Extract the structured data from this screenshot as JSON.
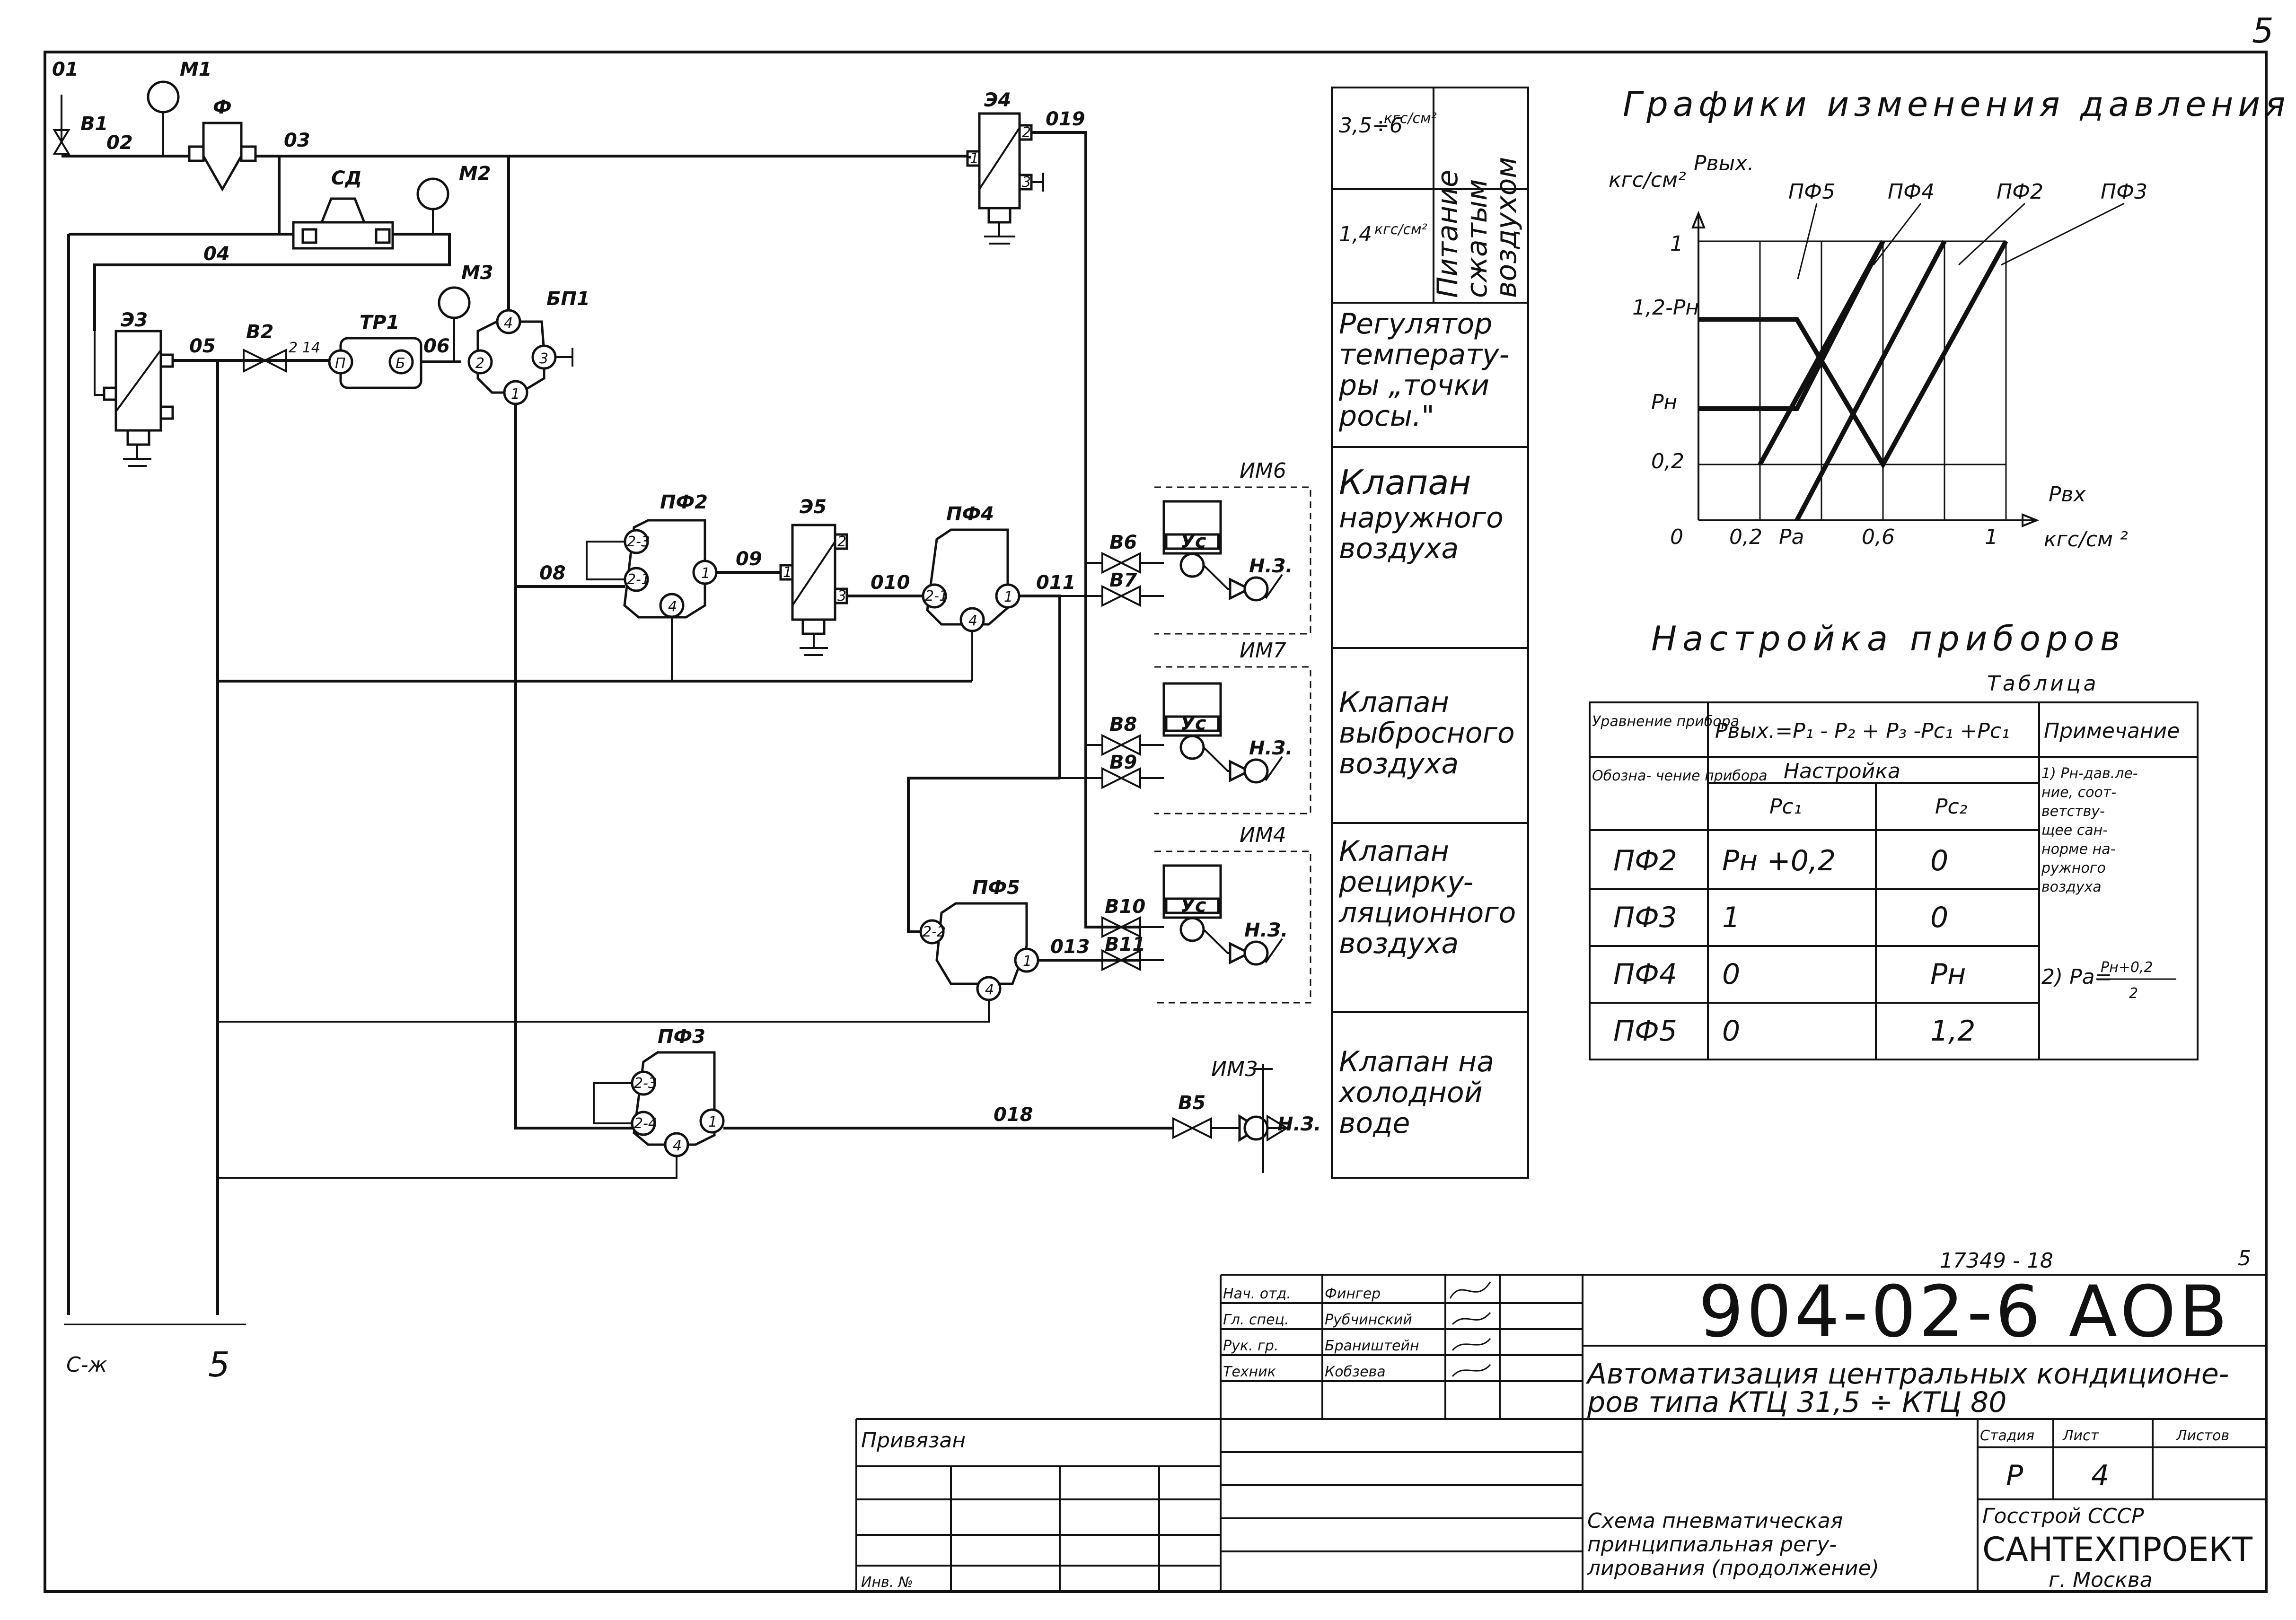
{
  "page": {
    "page_number": "5",
    "bottom_left_mark": "5",
    "bottom_left_scribble": "C-ж"
  },
  "diagram": {
    "labels": {
      "line_01": "01",
      "valve_v1": "В1",
      "gauge_m1": "М1",
      "filter_f": "Ф",
      "line_02": "02",
      "line_03": "03",
      "valve_sd": "СД",
      "gauge_m2": "М2",
      "line_04": "04",
      "gauge_m3": "М3",
      "block_bp1": "БП1",
      "e3": "Э3",
      "line_05": "05",
      "valve_v2": "В2",
      "port_2_14": "2 14",
      "tr1": "ТР1",
      "line_06": "06",
      "e4": "Э4",
      "line_019": "019",
      "pf2": "ПФ2",
      "line_08": "08",
      "line_09": "09",
      "e5": "Э5",
      "line_010": "010",
      "pf4": "ПФ4",
      "line_011": "011",
      "v6": "В6",
      "v7": "В7",
      "v8": "В8",
      "v9": "В9",
      "v10": "В10",
      "v11": "В11",
      "um6": "ИМ6",
      "um7": "ИМ7",
      "um4": "ИМ4",
      "um3": "ИМ3",
      "ys": "Ус",
      "nz": "Н.З.",
      "pf5": "ПФ5",
      "line_013": "013",
      "pf3": "ПФ3",
      "line_018": "018",
      "v5": "В5"
    },
    "ports": {
      "p1": "1",
      "p2": "2",
      "p3": "3",
      "p4": "4",
      "p23": "2-3",
      "p21": "2-1",
      "p22": "2-2",
      "p24": "2-4",
      "pp": "П",
      "pb": "Б"
    }
  },
  "legend_column": {
    "supply_hi": "3,5÷6",
    "supply_hi_unit": "кгс/см²",
    "supply_lo": "1,4",
    "supply_lo_unit": "кгс/см²",
    "supply_title": [
      "Питание",
      "сжатым",
      "воздухом"
    ],
    "rows": [
      [
        "Регулятор",
        "температу-",
        "ры „точки",
        "росы.\""
      ],
      [
        "Клапан",
        "наружного",
        "воздуха"
      ],
      [
        "Клапан",
        "выбросного",
        "воздуха"
      ],
      [
        "Клапан",
        "рециркy-",
        "ляционного",
        "воздуха"
      ],
      [
        "Клапан на",
        "холодной",
        "воде"
      ]
    ]
  },
  "graph": {
    "title": "Графики изменения давления",
    "y_unit": "кгс/см²",
    "y_name": "Рвых.",
    "x_name": "Рвх",
    "x_unit": "кгс/см ²",
    "y_ticks": [
      "1",
      "1,2-Рн",
      "Рн",
      "0,2",
      "0"
    ],
    "x_ticks": [
      "0,2",
      "Ра",
      "0,6",
      "1"
    ],
    "series_labels": [
      "ПФ5",
      "ПФ4",
      "ПФ2",
      "ПФ3"
    ]
  },
  "chart_data": {
    "type": "line",
    "title": "Графики изменения давления",
    "xlabel": "Рвх, кгс/см²",
    "ylabel": "Рвых., кгс/см²",
    "xlim": [
      0,
      1.1
    ],
    "ylim": [
      0,
      1.1
    ],
    "series": [
      {
        "name": "ПФ5",
        "x": [
          0,
          0.32,
          0.6,
          1
        ],
        "y": [
          0.72,
          0.72,
          0.2,
          1
        ]
      },
      {
        "name": "ПФ4",
        "x": [
          0,
          0.32,
          0.6
        ],
        "y": [
          0.4,
          0.4,
          1
        ]
      },
      {
        "name": "ПФ2",
        "x": [
          0.2,
          0.6
        ],
        "y": [
          0.2,
          1
        ]
      },
      {
        "name": "ПФ3",
        "x": [
          0.32,
          0.8
        ],
        "y": [
          0,
          1
        ]
      }
    ]
  },
  "settings": {
    "title": "Настройка приборов",
    "caption": "Таблица",
    "h_equation_lbl": "Уравнение прибора",
    "h_equation": "Рвых.=Р₁ - Р₂ + Р₃ -Рс₁ +Рс₁",
    "h_note": "Примечание",
    "h_device": "Обозна- чение прибора",
    "h_setting": "Настройка",
    "h_pc1": "Рс₁",
    "h_pc2": "Рс₂",
    "rows": [
      {
        "device": "ПФ2",
        "pc1": "Рн +0,2",
        "pc2": "0"
      },
      {
        "device": "ПФ3",
        "pc1": "1",
        "pc2": "0"
      },
      {
        "device": "ПФ4",
        "pc1": "0",
        "pc2": "Рн"
      },
      {
        "device": "ПФ5",
        "pc1": "0",
        "pc2": "1,2"
      }
    ],
    "note1": [
      "1) Рн-дав.ле-",
      "ние, соот-",
      "ветству-",
      "щее сан-",
      "норме на-",
      "ружного",
      "воздуха"
    ],
    "note2": "2) Ра=",
    "note2_num": "Рн+0,2",
    "note2_den": "2"
  },
  "title_block": {
    "sheet_ref": "17349 - 18",
    "sheet_num": "5",
    "code": "904-02-6  АОВ",
    "roles": [
      "Нач. отд.",
      "Гл. спец.",
      "Рук. гр.",
      "Техник"
    ],
    "names": [
      "Фингер",
      "Рубчинский",
      "Браништейн",
      "Кобзева"
    ],
    "title": [
      "Автоматизация центральных кондиционе-",
      "ров типа КТЦ 31,5 ÷ КТЦ 80"
    ],
    "h_stage": "Стадия",
    "h_sheet": "Лист",
    "h_sheets": "Листов",
    "stage": "Р",
    "sheet": "4",
    "drawing": [
      "Схема пневматическая",
      "принципиальная регу-",
      "лирования (продолжение)"
    ],
    "org1": "Госстрой   СССР",
    "org2": "САНТЕХПРОЕКТ",
    "org3": "г. Москва",
    "bound": "Привязан",
    "inv": "Инв. №"
  }
}
